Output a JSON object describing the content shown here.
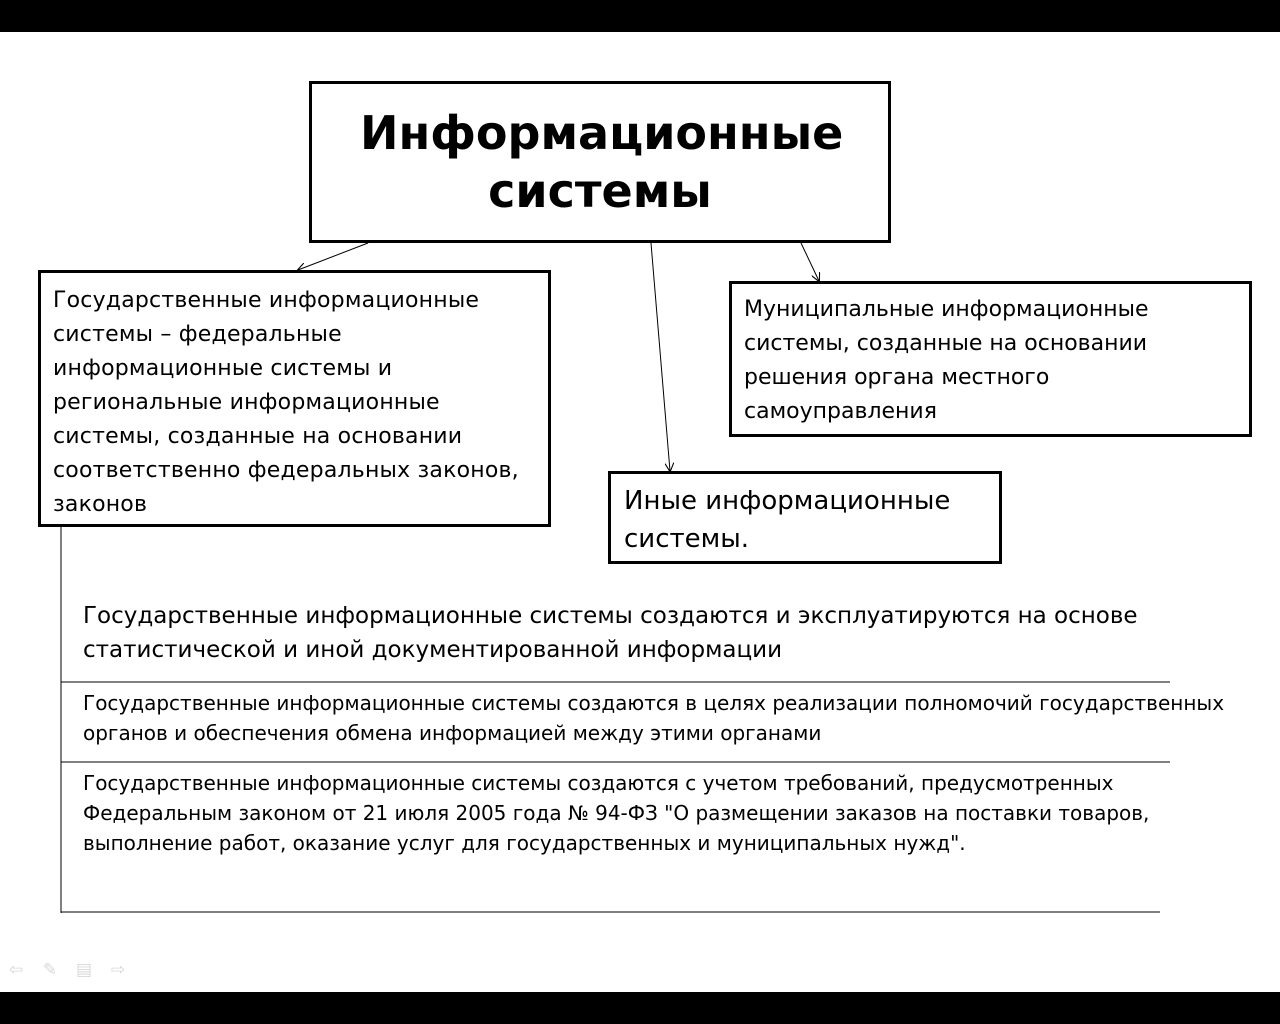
{
  "diagram": {
    "title": "Информационные системы",
    "state_systems": "Государственные информационные системы – федеральные информационные системы и региональные информационные системы, созданные на основании соответственно федеральных законов, законов",
    "municipal_systems": "Муниципальные информационные системы, созданные на основании решения органа местного самоуправления",
    "other_systems": "Иные информационные системы."
  },
  "notes": [
    "Государственные информационные системы создаются и эксплуатируются на основе статистической и иной документированной информации",
    "Государственные информационные системы создаются в целях реализации полномочий государственных органов и обеспечения обмена информацией между этими органами",
    "Государственные информационные системы создаются с учетом требований, предусмотренных Федеральным законом от 21 июля 2005 года № 94-ФЗ \"О размещении заказов на поставки товаров, выполнение работ, оказание услуг для государственных и муниципальных нужд\"."
  ],
  "navigation": {
    "icons": [
      "arrow-left-icon",
      "pen-icon",
      "menu-icon",
      "arrow-right-icon"
    ]
  }
}
